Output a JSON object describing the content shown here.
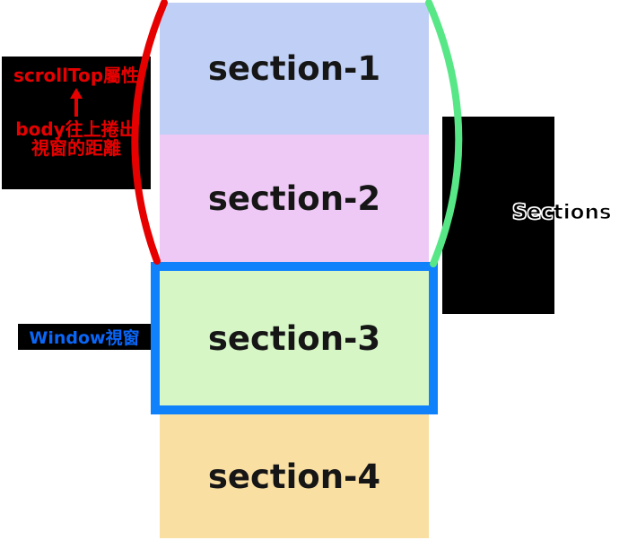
{
  "diagram": {
    "sections": [
      {
        "label": "section-1",
        "bg": "#c0cff5"
      },
      {
        "label": "section-2",
        "bg": "#eec9f5"
      },
      {
        "label": "section-3",
        "bg": "#d6f6c6"
      },
      {
        "label": "section-4",
        "bg": "#fadfa3"
      }
    ],
    "scrolltop_label": {
      "attr_line": "scrollTop屬性",
      "arrow_icon": "up-arrow",
      "desc_line1": "body往上捲出",
      "desc_line2": "視窗的距離",
      "text_color": "#e60000",
      "box_bg": "#000000"
    },
    "window_label": {
      "text": "Window視窗",
      "text_color": "#0a66f7",
      "box_bg": "#000000"
    },
    "sections_label": {
      "text": "Sections",
      "text_color": "#000000",
      "outline_color": "#ffffff",
      "box_bg": "#000000"
    },
    "annotation_colors": {
      "red_brace": "#e60000",
      "green_brace": "#57e787",
      "viewport_border": "#0f81fb"
    }
  }
}
